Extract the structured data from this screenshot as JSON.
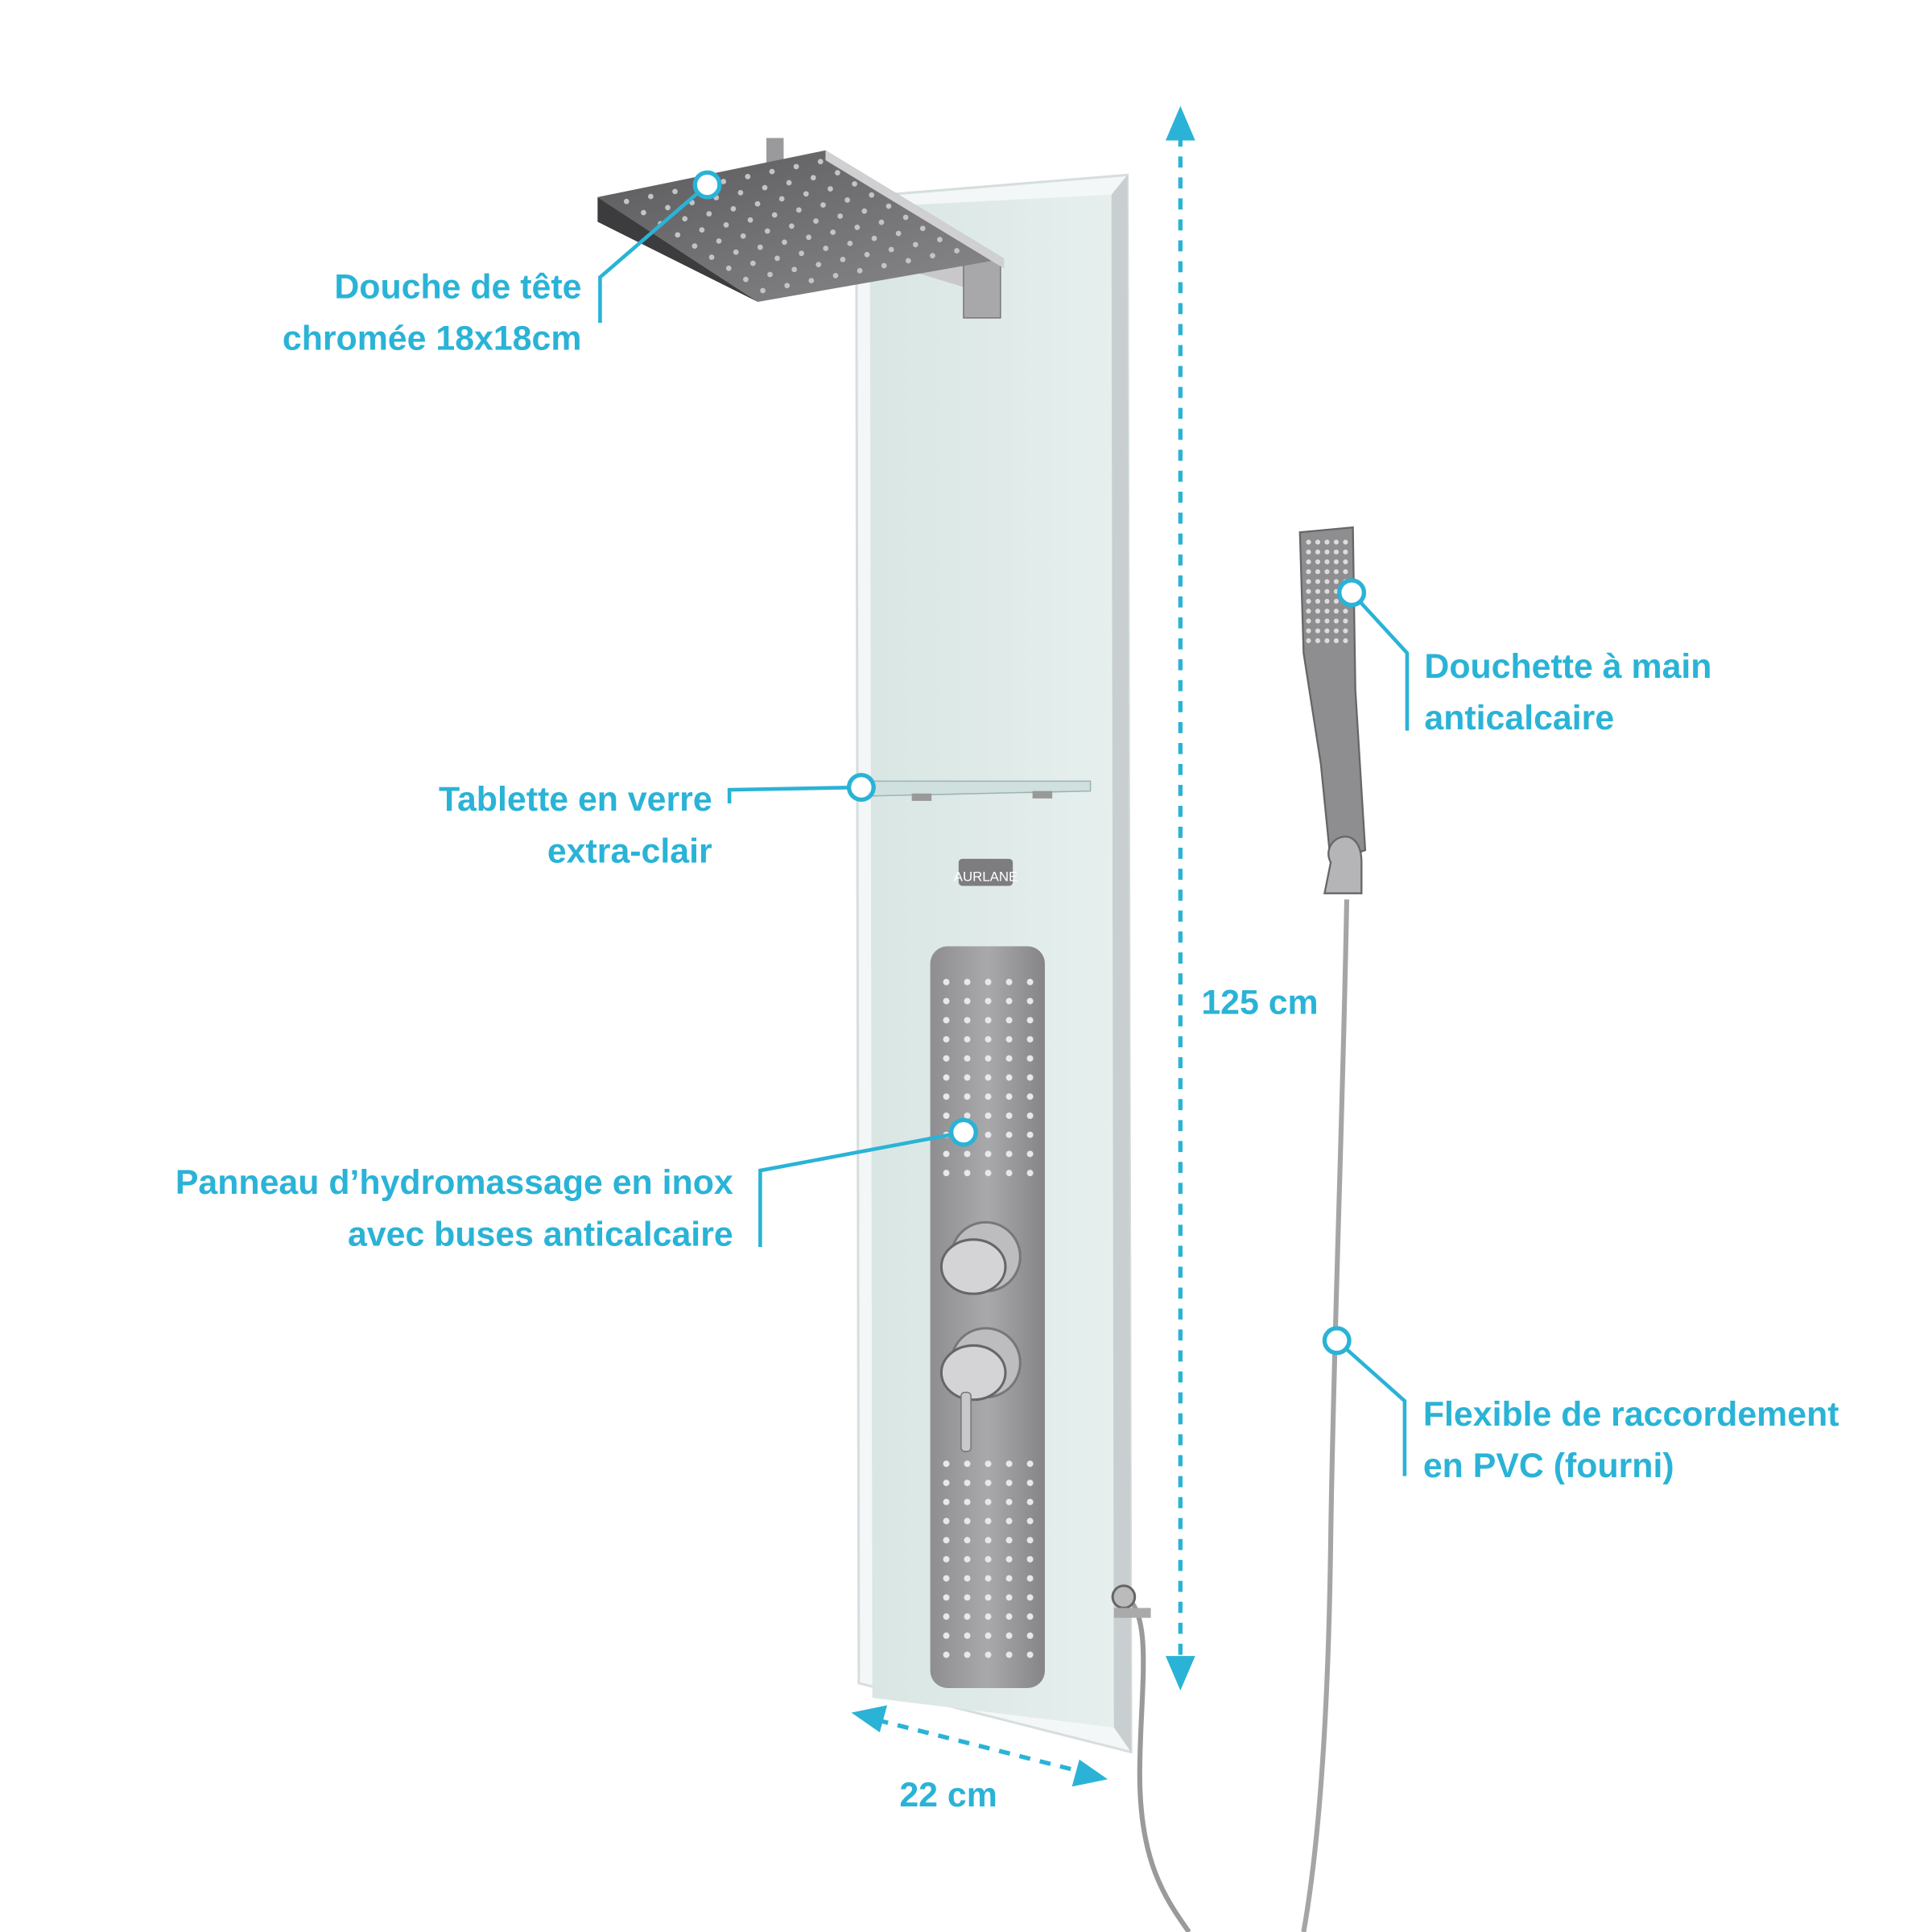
{
  "accent_color": "#2ab3d6",
  "brand_logo": {
    "text": "AURLANE"
  },
  "callouts": {
    "head_shower": {
      "line1": "Douche de tête",
      "line2": "chromée 18x18cm"
    },
    "shelf": {
      "line1": "Tablette en verre",
      "line2": "extra-clair"
    },
    "hydro_panel": {
      "line1": "Panneau d’hydromassage en inox",
      "line2": "avec buses anticalcaire"
    },
    "hand_shower": {
      "line1": "Douchette à main",
      "line2": "anticalcaire"
    },
    "hose": {
      "line1": "Flexible de raccordement",
      "line2": "en PVC (fourni)"
    }
  },
  "dimensions": {
    "height": "125 cm",
    "width": "22 cm"
  }
}
